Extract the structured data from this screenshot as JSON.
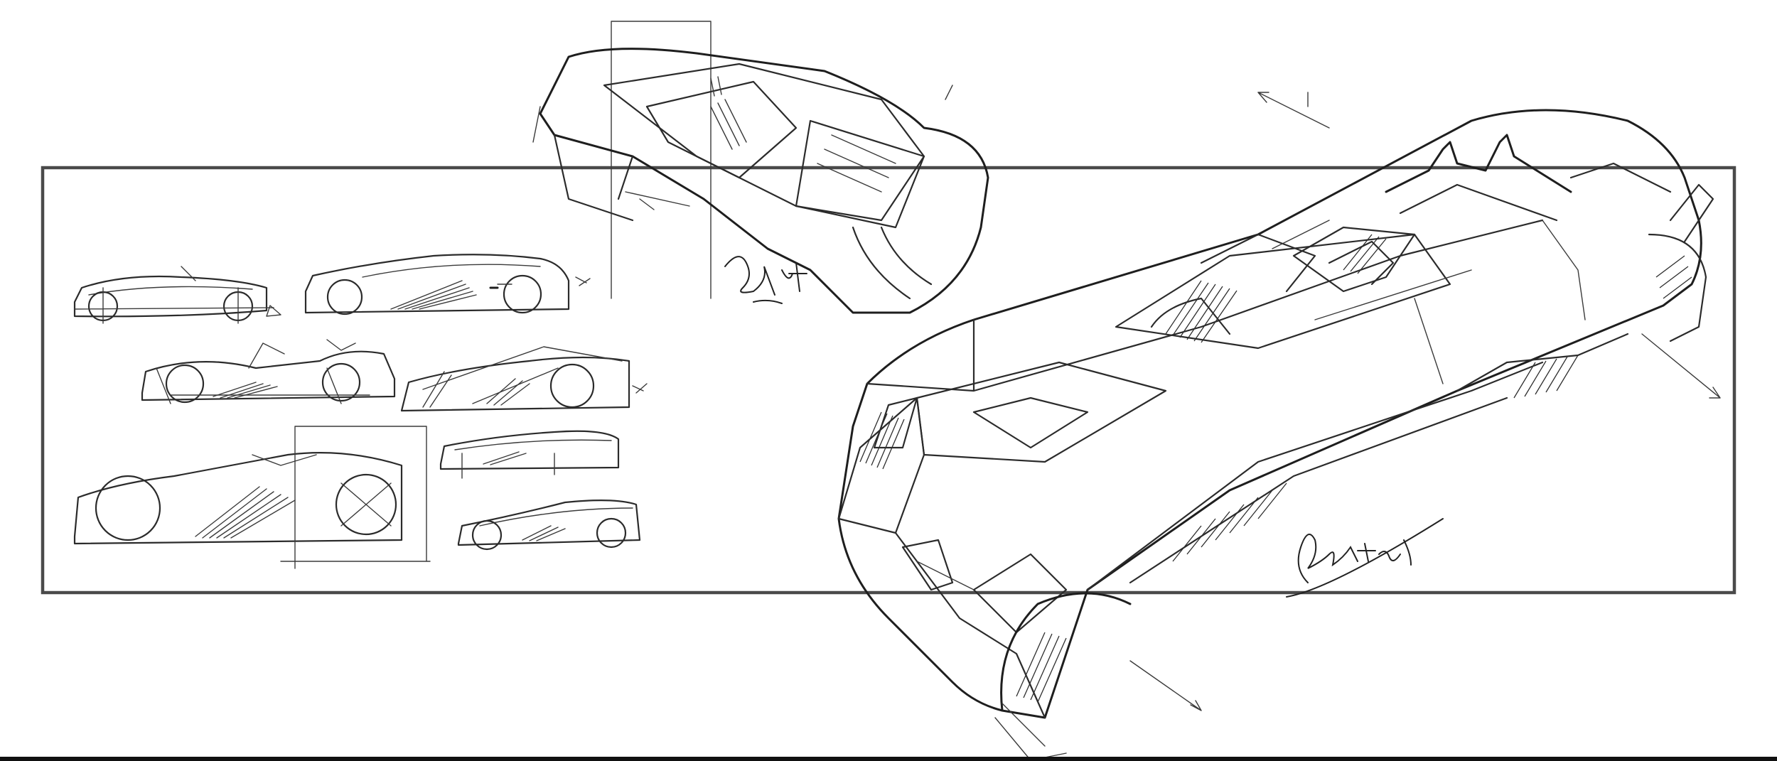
{
  "image": {
    "subject": "car-design-sketch-sheet",
    "colors": {
      "background": "#ffffff",
      "ink": "#2b2b2b",
      "frame": "#4a4a4a"
    },
    "signatures": [
      {
        "text": "Smith",
        "style": "handwritten"
      },
      {
        "text": "Nathan",
        "style": "handwritten"
      }
    ],
    "thumbnail_count": 8
  }
}
